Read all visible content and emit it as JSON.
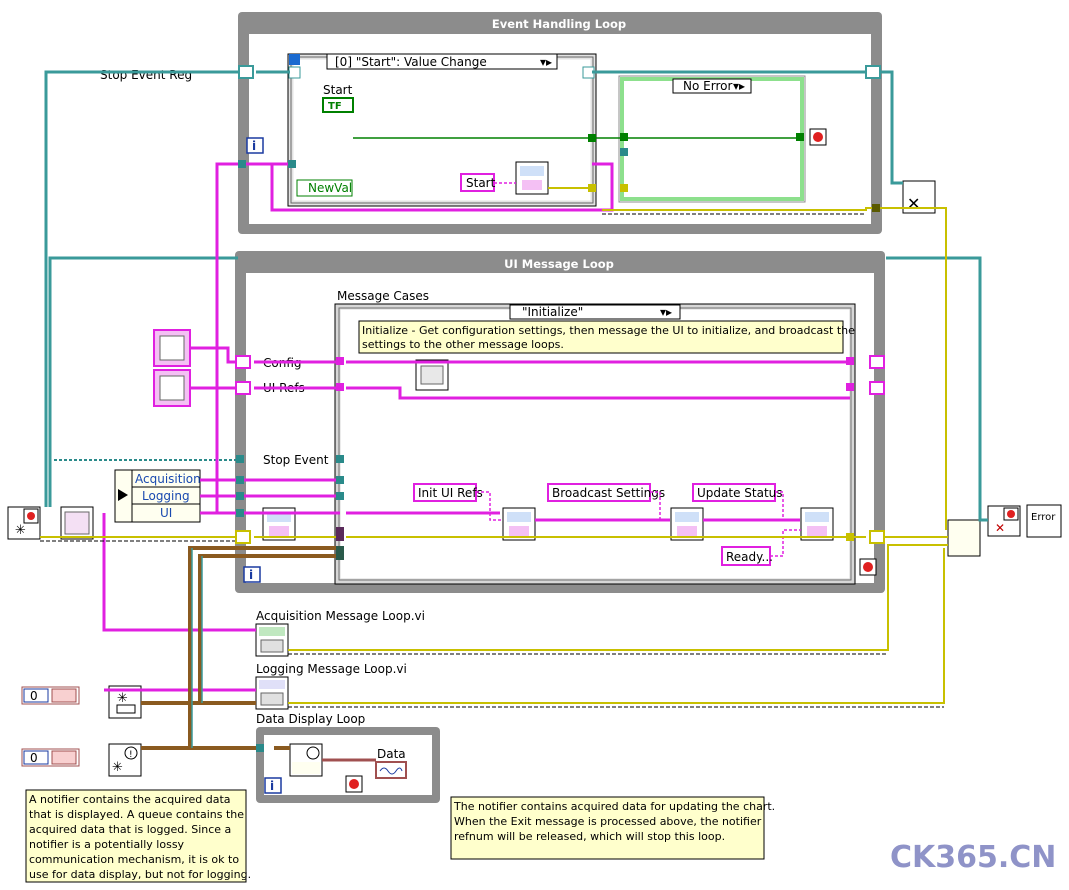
{
  "loops": {
    "event_handling": "Event Handling Loop",
    "ui_message": "UI Message Loop",
    "data_display": "Data Display Loop"
  },
  "labels": {
    "stop_event_reg": "Stop Event Reg",
    "start": "Start",
    "new_val": "NewVal",
    "message_cases": "Message Cases",
    "config": "Config",
    "ui_refs": "UI Refs",
    "stop_event": "Stop Event",
    "acquisition_message_loop": "Acquisition Message Loop.vi",
    "logging_message_loop": "Logging Message Loop.vi",
    "data": "Data",
    "iteration": "i"
  },
  "selectors": {
    "event_case": "[0] \"Start\": Value Change",
    "error_case": "No Error",
    "message_case": "\"Initialize\""
  },
  "cluster": [
    "Acquisition",
    "Logging",
    "UI"
  ],
  "strings": {
    "start_msg": "Start",
    "init_ui_refs": "Init UI Refs",
    "broadcast_settings": "Broadcast Settings",
    "update_status": "Update Status",
    "ready": "Ready..."
  },
  "constants": {
    "queue_size": "0",
    "notifier_size": "0",
    "bool_const": "TF",
    "error_glyph": "Error"
  },
  "comments": {
    "initialize": [
      "Initialize - Get configuration settings, then message the UI to initialize, and broadcast the",
      "settings to the other message loops."
    ],
    "notifier_left": [
      "A notifier contains the acquired data",
      "that is displayed. A queue contains the",
      "acquired data that is logged.  Since a",
      "notifier is a potentially lossy",
      "communication mechanism, it is ok to",
      "use for data display, but not for logging."
    ],
    "notifier_right": [
      "The notifier contains acquired data for updating the chart.",
      "When the Exit message is processed above, the notifier",
      "refnum will be released, which will stop this loop."
    ]
  },
  "watermark": "CK365.CN",
  "colors": {
    "loop_frame": "#8c8c8c",
    "wire_queue": "#e020e0",
    "wire_event": "#3a9a9a",
    "wire_error": "#c8c000",
    "wire_notifier": "#8a5a20",
    "bool_green": "#008000",
    "watermark": "#8f93c8"
  }
}
